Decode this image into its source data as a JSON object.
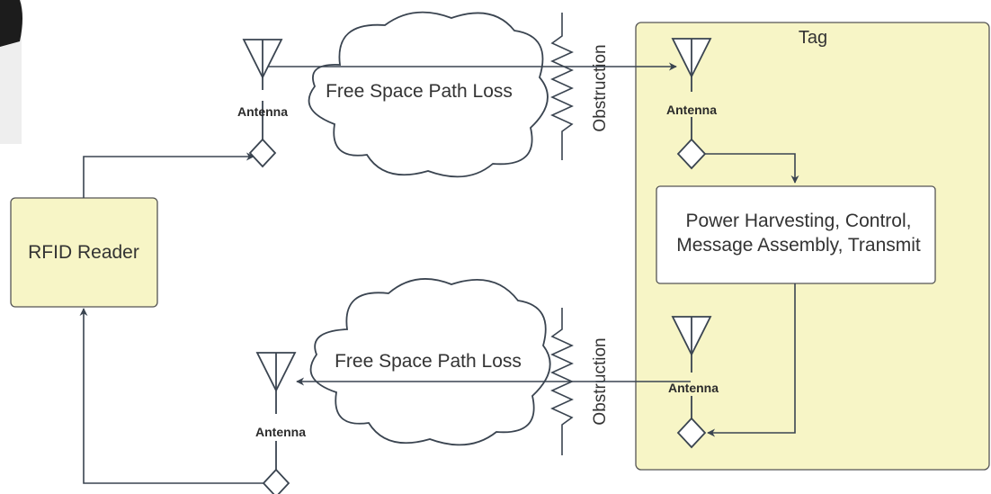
{
  "diagram": {
    "reader": {
      "label": "RFID Reader"
    },
    "tag": {
      "title": "Tag"
    },
    "processor": {
      "line1": "Power Harvesting, Control,",
      "line2": "Message Assembly, Transmit"
    },
    "antenna_label": "Antenna",
    "path_loss_label": "Free Space Path Loss",
    "obstruction_label": "Obstruction",
    "colors": {
      "reader_fill": "#f7f5c6",
      "tag_fill": "#f7f5c6",
      "stroke": "#3a4450",
      "box_fill": "#ffffff"
    }
  }
}
